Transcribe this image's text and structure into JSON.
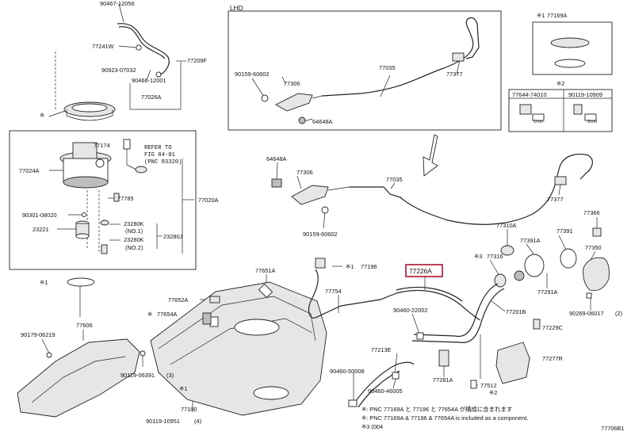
{
  "diagram": {
    "lhd_title": "LHD",
    "highlight_color": "#b01030",
    "part_number_labels": [
      "90467-12056",
      "77241W",
      "77209F",
      "90923-07032",
      "90466-12001",
      "77026A",
      "77174",
      "REFER TO",
      "FIG 84-01",
      "(PNC 83320)",
      "77024A",
      "77785",
      "90301-08020",
      "23221",
      "23280K",
      "(NO.1)",
      "23280K",
      "(NO.2)",
      "23280J",
      "77020A",
      "90159-60602",
      "77306",
      "77035",
      "77377",
      "64648A",
      "77169A",
      "77644-74010",
      "90119-10909",
      "64648A",
      "77306",
      "77035",
      "77377",
      "90159-60602",
      "77366",
      "77310A",
      "77391A",
      "77391",
      "77350",
      "77316",
      "77291A",
      "90269-06017",
      "(2)",
      "77201B",
      "77229C",
      "77651A",
      "77196",
      "77226A",
      "77652A",
      "77654A",
      "77754",
      "77606",
      "90179-06219",
      "90119-06391",
      "(3)",
      "77100",
      "90119-10951",
      "(4)",
      "90460-22002",
      "77213E",
      "90460-50008",
      "90460-46005",
      "77281A",
      "77277R",
      "77512"
    ],
    "mark_labels": [
      "※",
      "※1",
      "※2",
      "※3"
    ],
    "footnotes": [
      "※: PNC 77169A と 77196 と 77654A が構成に含まれます",
      "※: PNC 77169A & 77196 & 77654A is included as a component.",
      "※3 (004"
    ],
    "catalog_code": "77706B1",
    "small_label_1": "1mm",
    "small_label_2": "2mm"
  }
}
